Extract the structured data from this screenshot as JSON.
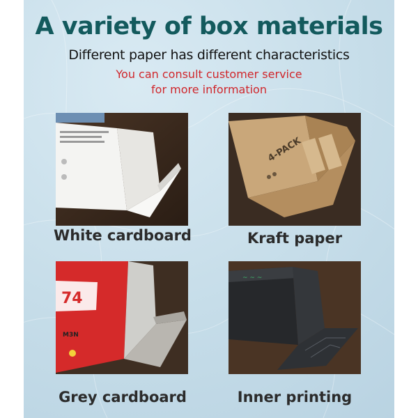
{
  "header": {
    "title": "A variety of box materials",
    "subtitle": "Different paper has different characteristics",
    "note_line1": "You can consult customer service",
    "note_line2": "for more information"
  },
  "materials": [
    {
      "caption": "White cardboard"
    },
    {
      "caption": "Kraft paper",
      "box_print": "4-PACK"
    },
    {
      "caption": "Grey cardboard",
      "box_print": "M3N"
    },
    {
      "caption": "Inner printing"
    }
  ],
  "colors": {
    "title": "#135a5d",
    "note": "#d0262b",
    "background": "#c6dde9"
  }
}
